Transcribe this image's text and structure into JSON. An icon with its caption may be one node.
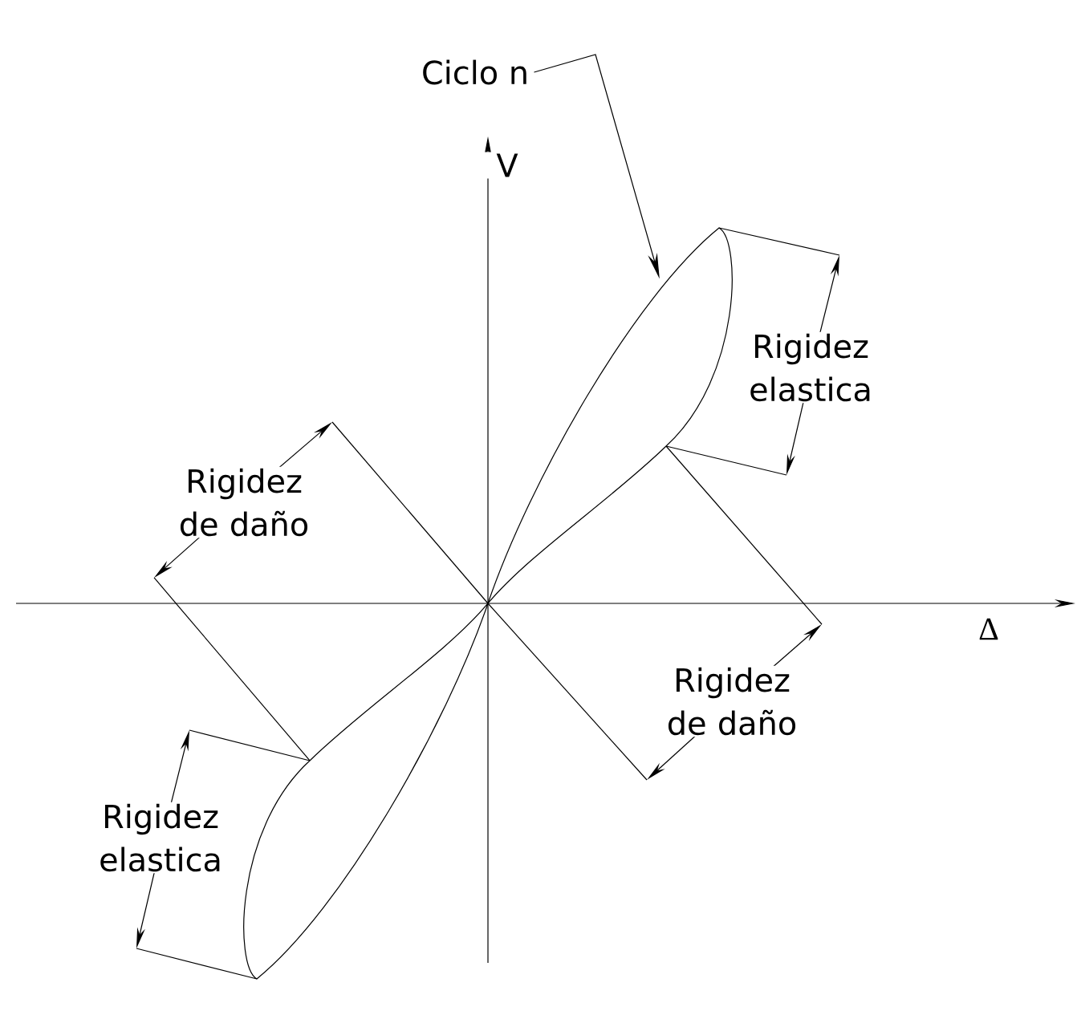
{
  "diagram": {
    "nodes": [
      {
        "text": [
          "Ciclo n"
        ]
      },
      {
        "text": [],
        "shape": "loop"
      }
    ],
    "edges": [
      {
        "from": 0,
        "to": 1,
        "arrow": "to"
      }
    ],
    "labels": [
      "V",
      "Rigidez elastica",
      "Rigidez de daño",
      "Δ",
      "Rigidez de daño",
      "Rigidez elastica"
    ]
  }
}
